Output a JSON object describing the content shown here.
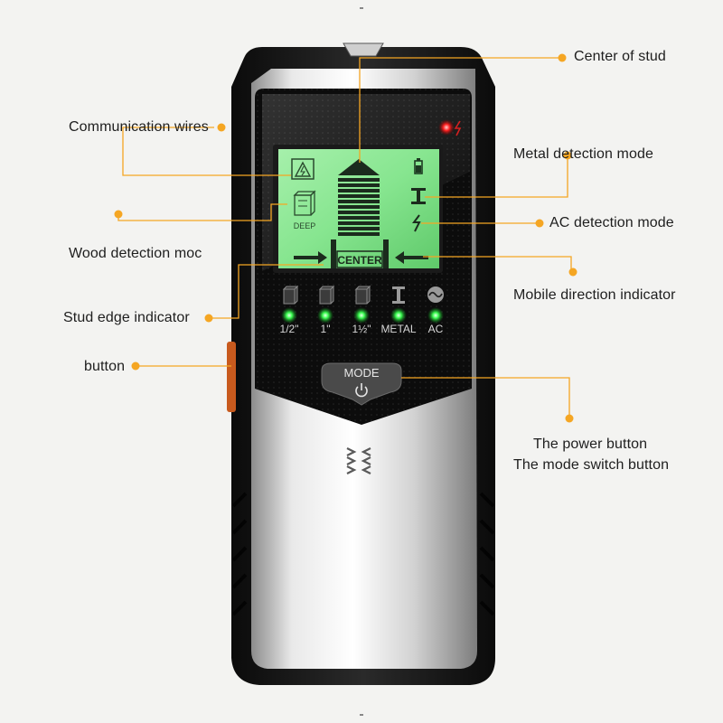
{
  "labels": {
    "center_of_stud": "Center of stud",
    "communication_wires": "Communication wires",
    "metal_detection_mode": "Metal detection mode",
    "ac_detection_mode": "AC detection mode",
    "wood_detection_mode": "Wood detection moc",
    "mobile_direction_indicator": "Mobile direction indicator",
    "stud_edge_indicator": "Stud edge indicator",
    "button": "button",
    "power_button": "The power button",
    "mode_switch_button": "The mode switch button"
  },
  "device": {
    "lcd_center_text": "CENTER",
    "lcd_deep_text": "DEEP",
    "mode_button_label": "MODE",
    "indicators": [
      {
        "label": "1/2\"",
        "icon": "wood-block-icon"
      },
      {
        "label": "1\"",
        "icon": "wood-block-icon"
      },
      {
        "label": "1½\"",
        "icon": "wood-block-icon"
      },
      {
        "label": "METAL",
        "icon": "i-beam-icon"
      },
      {
        "label": "AC",
        "icon": "ac-wave-icon"
      }
    ],
    "led_color": "#22e23a",
    "lcd_color": "#86e58f",
    "accent_color": "#f5a623"
  }
}
